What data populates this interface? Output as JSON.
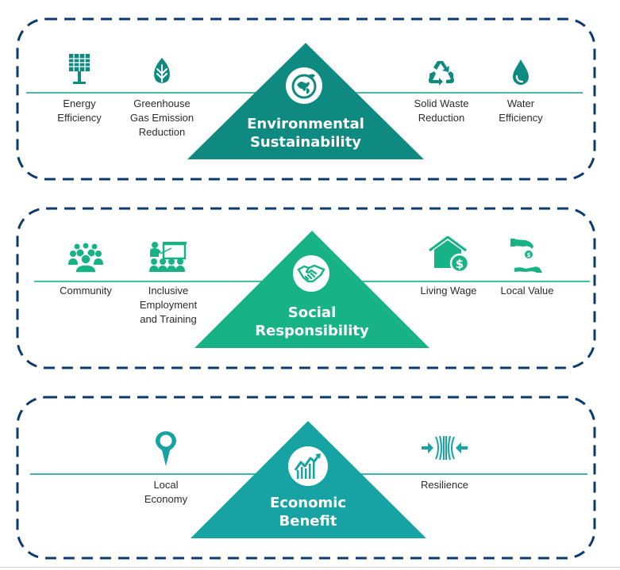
{
  "colors": {
    "border": "#0d3a6e",
    "environmental": "#0e8a80",
    "social": "#17b386",
    "economic": "#17a3a3",
    "line_env": "#4fb5ad",
    "line_social": "#3cc49a",
    "line_econ": "#3ab4b4"
  },
  "panels": [
    {
      "id": "environmental",
      "title_line1": "Environmental",
      "title_line2": "Sustainability",
      "center_icon": "globe-leaf-icon",
      "left_items": [
        {
          "icon": "solar-panel-icon",
          "label_lines": [
            "Energy",
            "Efficiency"
          ]
        },
        {
          "icon": "leaf-icon",
          "label_lines": [
            "Greenhouse",
            "Gas Emission",
            "Reduction"
          ]
        }
      ],
      "right_items": [
        {
          "icon": "recycle-icon",
          "label_lines": [
            "Solid Waste",
            "Reduction"
          ]
        },
        {
          "icon": "water-drop-icon",
          "label_lines": [
            "Water",
            "Efficiency"
          ]
        }
      ]
    },
    {
      "id": "social",
      "title_line1": "Social",
      "title_line2": "Responsibility",
      "center_icon": "handshake-icon",
      "left_items": [
        {
          "icon": "community-icon",
          "label_lines": [
            "Community"
          ]
        },
        {
          "icon": "training-presentation-icon",
          "label_lines": [
            "Inclusive",
            "Employment",
            "and Training"
          ]
        }
      ],
      "right_items": [
        {
          "icon": "house-dollar-icon",
          "label_lines": [
            "Living Wage"
          ]
        },
        {
          "icon": "hand-coin-icon",
          "label_lines": [
            "Local Value"
          ]
        }
      ]
    },
    {
      "id": "economic",
      "title_line1": "Economic",
      "title_line2": "Benefit",
      "center_icon": "growth-chart-icon",
      "left_items": [
        {
          "icon": "location-pin-icon",
          "label_lines": [
            "Local",
            "Economy"
          ]
        }
      ],
      "right_items": [
        {
          "icon": "resilience-arrows-icon",
          "label_lines": [
            "Resilience"
          ]
        }
      ]
    }
  ]
}
